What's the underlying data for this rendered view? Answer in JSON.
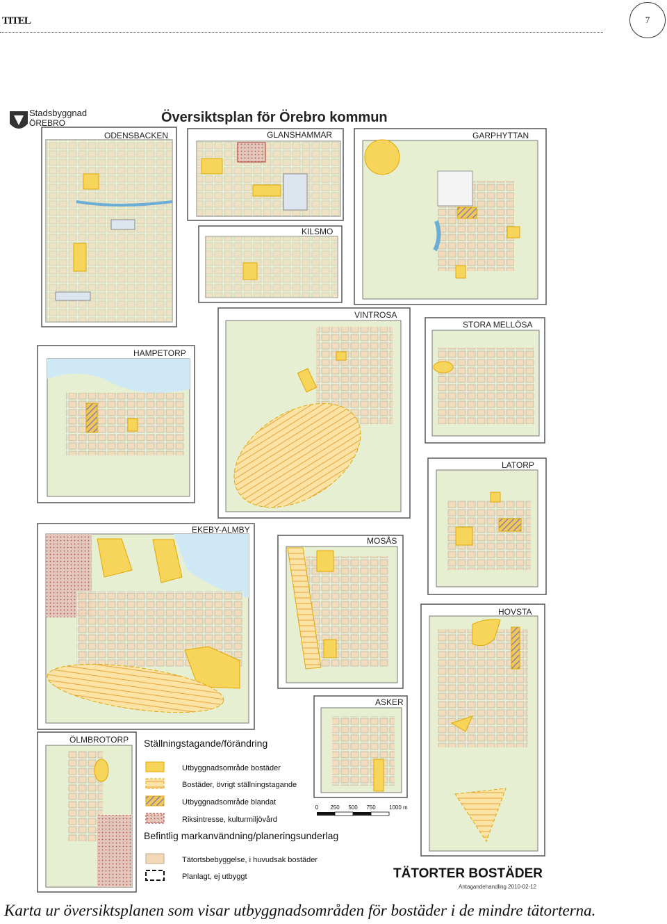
{
  "header": {
    "title": "TITEL",
    "page_number": "7"
  },
  "map": {
    "logo": {
      "line1": "Stadsbyggnad",
      "line2": "ÖREBRO"
    },
    "title": "Översiktsplan för Örebro kommun",
    "insets": {
      "odensbacken": "ODENSBACKEN",
      "glanshammar": "GLANSHAMMAR",
      "garphyttan": "GARPHYTTAN",
      "kilsmo": "KILSMO",
      "vintrosa": "VINTROSA",
      "stora_mellosa": "STORA MELLÖSA",
      "hampetorp": "HAMPETORP",
      "latorp": "LATORP",
      "ekeby_almby": "EKEBY-ALMBY",
      "mosas": "MOSÅS",
      "hovsta": "HOVSTA",
      "asker": "ASKER",
      "olmbrotorp": "ÖLMBROTORP"
    },
    "legend": {
      "heading1": "Ställningstagande/förändring",
      "item1": "Utbyggnadsområde bostäder",
      "item2": "Bostäder, övrigt ställningstagande",
      "item3": "Utbyggnadsområde blandat",
      "item4": "Riksintresse, kulturmiljövård",
      "heading2": "Befintlig markanvändning/planeringsunderlag",
      "item5": "Tätortsbebyggelse, i huvudsak bostäder",
      "item6": "Planlagt, ej utbyggt"
    },
    "scale": {
      "t0": "0",
      "t1": "250",
      "t2": "500",
      "t3": "750",
      "t4": "1000 m"
    },
    "footer_title": "TÄTORTER  BOSTÄDER",
    "footer_sub": "Antagandehandling 2010-02-12"
  },
  "caption": "Karta ur översiktsplanen som visar utbyggnadsområden för bostäder i de mindre tätorterna.",
  "colors": {
    "settlement": "#f3d9b8",
    "development": "#f7d55a",
    "development_stroke": "#e0a800",
    "land": "#e6efd2",
    "water": "#cfe8f5",
    "heritage": "#c98f8f"
  }
}
